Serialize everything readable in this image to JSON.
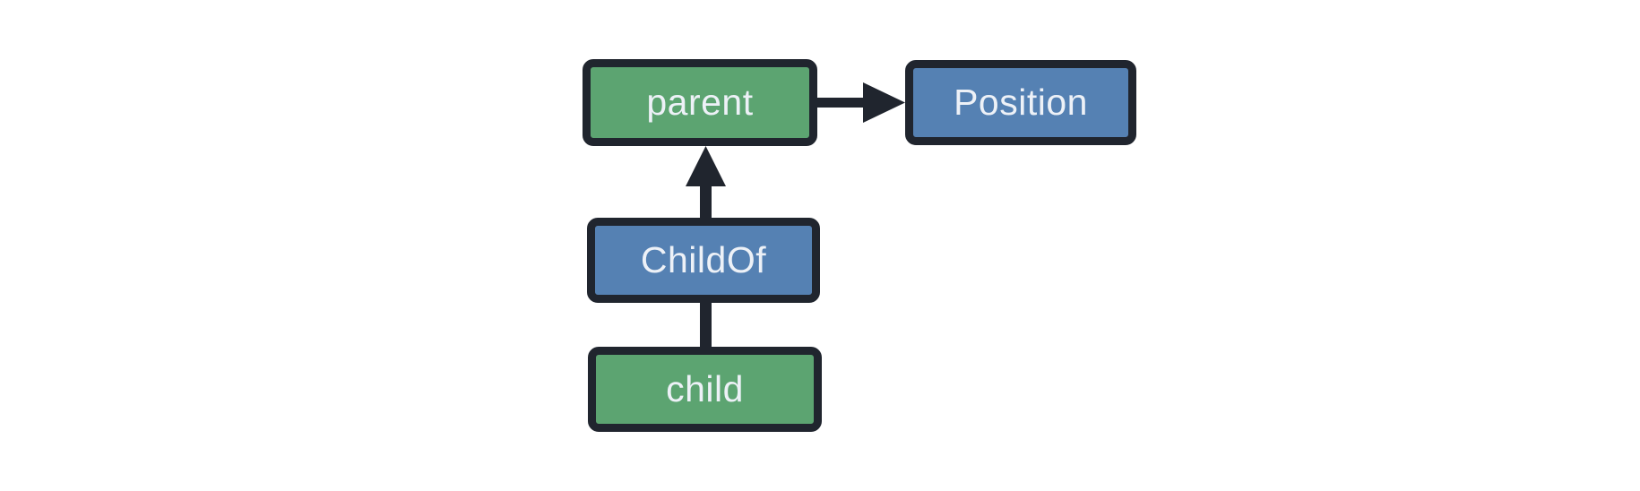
{
  "diagram": {
    "title": "entity-relationship hierarchy diagram",
    "nodes": [
      {
        "id": "parent",
        "label": "parent",
        "kind": "entity",
        "fill": "green"
      },
      {
        "id": "position",
        "label": "Position",
        "kind": "component",
        "fill": "blue"
      },
      {
        "id": "childof",
        "label": "ChildOf",
        "kind": "relationship",
        "fill": "blue"
      },
      {
        "id": "child",
        "label": "child",
        "kind": "entity",
        "fill": "green"
      }
    ],
    "edges": [
      {
        "from": "parent",
        "to": "position",
        "style": "arrow",
        "direction": "right"
      },
      {
        "from": "childof",
        "to": "parent",
        "style": "arrow",
        "direction": "up"
      },
      {
        "from": "child",
        "to": "childof",
        "style": "line",
        "direction": "up"
      }
    ]
  },
  "colors": {
    "entity_green": "#5ca471",
    "component_blue": "#5581b3",
    "outline_dark": "#20252e",
    "label_text": "#edf1f7",
    "background": "#ffffff"
  }
}
